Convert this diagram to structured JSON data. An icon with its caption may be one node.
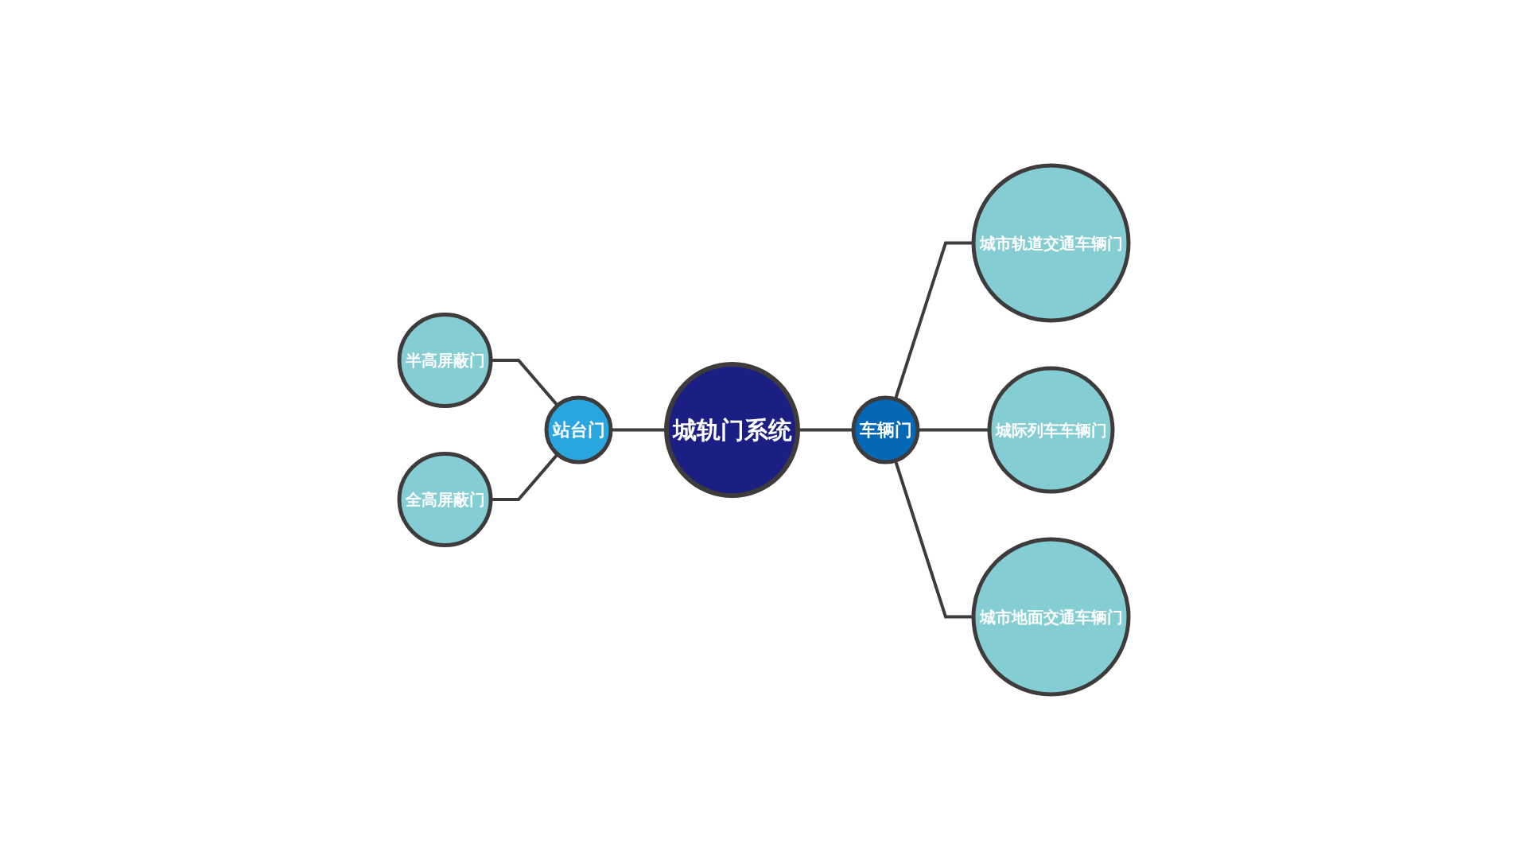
{
  "diagram": {
    "nodes": [
      {
        "text": [
          "城轨门系统"
        ]
      },
      {
        "text": [
          "站台门"
        ]
      },
      {
        "text": [
          "半高屏蔽门"
        ]
      },
      {
        "text": [
          "全高屏蔽门"
        ]
      },
      {
        "text": [
          "车辆门"
        ]
      },
      {
        "text": [
          "城市轨道交通车辆门"
        ]
      },
      {
        "text": [
          "城际列车车辆门"
        ]
      },
      {
        "text": [
          "城市地面交通车辆门"
        ]
      }
    ],
    "edges": [
      {
        "from": 2,
        "to": 1,
        "arrow": "none"
      },
      {
        "from": 3,
        "to": 1,
        "arrow": "none"
      },
      {
        "from": 1,
        "to": 0,
        "arrow": "none"
      },
      {
        "from": 0,
        "to": 4,
        "arrow": "none"
      },
      {
        "from": 4,
        "to": 5,
        "arrow": "none"
      },
      {
        "from": 4,
        "to": 6,
        "arrow": "none"
      },
      {
        "from": 4,
        "to": 7,
        "arrow": "none"
      }
    ]
  }
}
